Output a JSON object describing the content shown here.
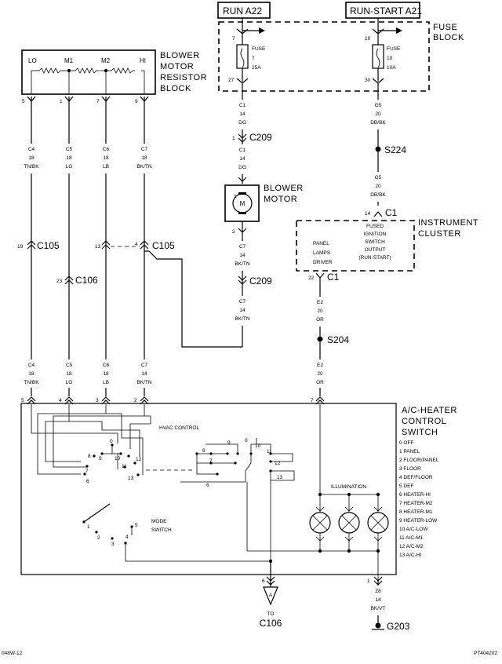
{
  "power": {
    "run": "RUN A22",
    "run_start": "RUN-START A21"
  },
  "fuse_block": {
    "title": "FUSE BLOCK",
    "fuse7": {
      "in_pin": "7",
      "out_pin": "27",
      "l1": "FUSE",
      "l2": "7",
      "l3": "25A"
    },
    "fuse10": {
      "in_pin": "10",
      "out_pin": "30",
      "l1": "FUSE",
      "l2": "10",
      "l3": "10A"
    }
  },
  "resistor_block": {
    "title": "BLOWER MOTOR RESISTOR BLOCK",
    "taps": [
      "LO",
      "M1",
      "M2",
      "HI"
    ],
    "pins": [
      "5",
      "1",
      "7",
      "9"
    ]
  },
  "wires": {
    "c4": {
      "name": "C4",
      "gauge": "18",
      "color": "TN/BK"
    },
    "c5": {
      "name": "C5",
      "gauge": "18",
      "color": "LG"
    },
    "c6": {
      "name": "C6",
      "gauge": "18",
      "color": "LB"
    },
    "c7_18": {
      "name": "C7",
      "gauge": "18",
      "color": "BK/TN"
    },
    "c1_a": {
      "name": "C1",
      "gauge": "14",
      "color": "DG"
    },
    "c1_b": {
      "name": "C1",
      "gauge": "14",
      "color": "DG"
    },
    "c7_m1": {
      "name": "C7",
      "gauge": "14",
      "color": "BK/TN"
    },
    "c7_m2": {
      "name": "C7",
      "gauge": "14",
      "color": "BK/TN"
    },
    "c4_l": {
      "name": "C4",
      "gauge": "18",
      "color": "TN/BK"
    },
    "c5_l": {
      "name": "C5",
      "gauge": "18",
      "color": "LG"
    },
    "c6_l": {
      "name": "C6",
      "gauge": "18",
      "color": "LB"
    },
    "c7_l": {
      "name": "C7",
      "gauge": "14",
      "color": "BK/TN"
    },
    "g5_a": {
      "name": "G5",
      "gauge": "20",
      "color": "DB/BK"
    },
    "g5_b": {
      "name": "G5",
      "gauge": "20",
      "color": "DB/BK"
    },
    "e2_a": {
      "name": "E2",
      "gauge": "20",
      "color": "OR"
    },
    "e2_b": {
      "name": "E2",
      "gauge": "20",
      "color": "OR"
    },
    "z8": {
      "name": "Z8",
      "gauge": "14",
      "color": "BK/VT"
    }
  },
  "connectors": {
    "c209_top": {
      "pin": "1",
      "name": "C209"
    },
    "c209_bot": {
      "pin": "",
      "name": "C209"
    },
    "c105_l": {
      "pin": "19",
      "name": "C105"
    },
    "c105_m": {
      "pin": "13",
      "name": ""
    },
    "c105_r": {
      "pin": "4",
      "name": "C105"
    },
    "c106": {
      "pin": "23",
      "name": "C106"
    },
    "c1_top": {
      "pin": "14",
      "name": "C1"
    },
    "c1_bot": {
      "pin": "22",
      "name": "C1"
    }
  },
  "splices": {
    "s224": "S224",
    "s204": "S204"
  },
  "motor": {
    "title": "BLOWER MOTOR",
    "symbol": "M",
    "pin_top": "1",
    "pin_bot": "2"
  },
  "cluster": {
    "title": "INSTRUMENT CLUSTER",
    "panel": [
      "PANEL",
      "LAMPS",
      "DRIVER"
    ],
    "fused": [
      "FUSED",
      "IGNITION",
      "SWITCH",
      "OUTPUT",
      "(RUN-START)"
    ]
  },
  "switch": {
    "title": "A/C-HEATER CONTROL SWITCH",
    "hvac": "HVAC CONTROL",
    "mode": "MODE SWITCH",
    "illumination": "ILLUMINATION",
    "pins": [
      "5",
      "4",
      "3",
      "2",
      "7",
      "6",
      "1"
    ],
    "positions": [
      "0 OFF",
      "1 PANEL",
      "2 FLOOR/PANEL",
      "3 FLOOR",
      "4 DEF/FLOOR",
      "5 DEF",
      "6 HEATER-HI",
      "7 HEATER-M2",
      "8 HEATER-M1",
      "9 HEATER-LOW",
      "10 A/C-LOW",
      "11 A/C-M1",
      "12 A/C-M2",
      "13 A/C-HI"
    ]
  },
  "offpage": {
    "letter": "A",
    "to": "TO",
    "dest": "C106"
  },
  "ground": "G203",
  "footer": {
    "left": "048W-12",
    "right": "PT404202"
  }
}
